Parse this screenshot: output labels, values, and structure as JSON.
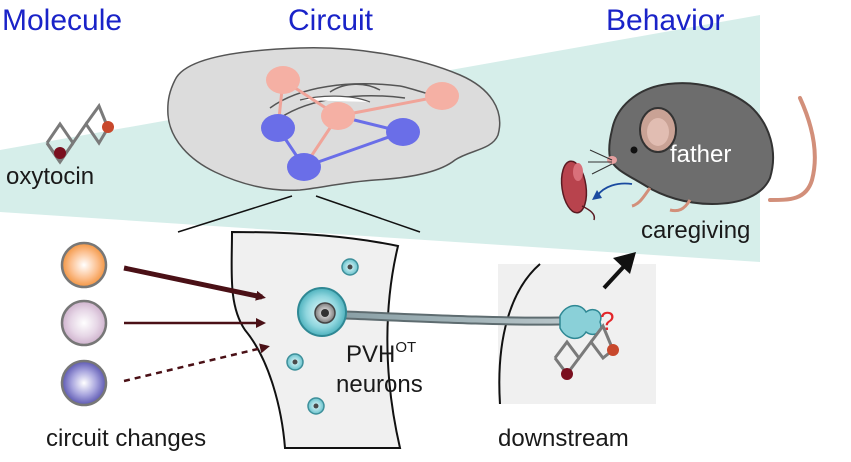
{
  "headers": {
    "molecule": "Molecule",
    "circuit": "Circuit",
    "behavior": "Behavior"
  },
  "labels": {
    "oxytocin": "oxytocin",
    "father": "father",
    "caregiving": "caregiving",
    "pvh_main": "PVH",
    "pvh_sup": "OT",
    "neurons": "neurons",
    "circuit_changes": "circuit changes",
    "downstream": "downstream",
    "question_mark": "?"
  },
  "colors": {
    "header_text": "#1a23c8",
    "teal_band": "#d6eeea",
    "brain_fill": "#dcdcdc",
    "pink_node": "#f5b0a4",
    "blue_node": "#6a6ee8",
    "pink_edge": "#f0a499",
    "blue_edge": "#6a6ee8",
    "input_arrow": "#4a1016",
    "neuron_cyan": "#5bbcc7",
    "question_red": "#e3262a",
    "mouse_grey": "#6d6d6d"
  },
  "inputs": [
    {
      "color": "orange",
      "arrow": "thick-solid"
    },
    {
      "color": "lilac",
      "arrow": "solid"
    },
    {
      "color": "blue-violet",
      "arrow": "dashed"
    }
  ]
}
